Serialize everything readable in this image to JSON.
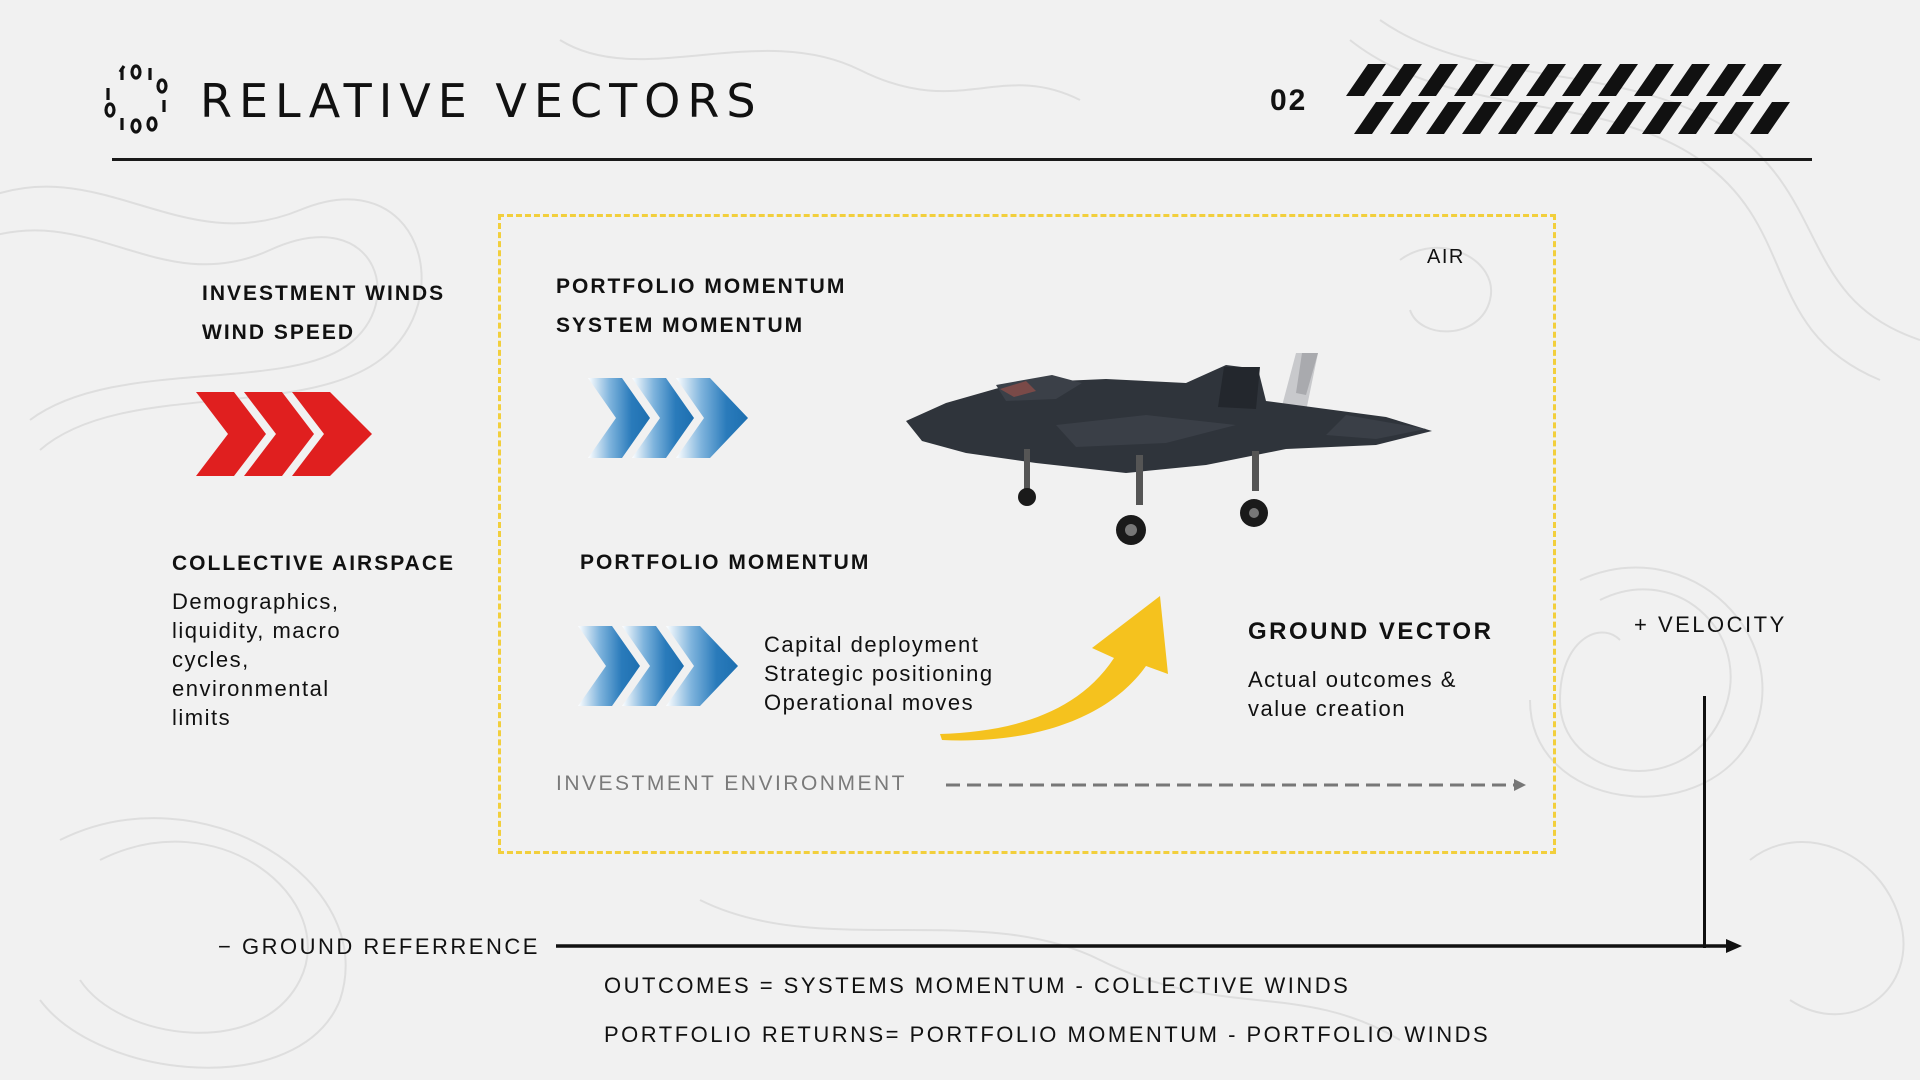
{
  "header": {
    "title": "RELATIVE VECTORS",
    "page_number": "02"
  },
  "left": {
    "investment_winds": "INVESTMENT WINDS",
    "wind_speed": "WIND SPEED",
    "collective_airspace": "COLLECTIVE AIRSPACE",
    "description_lines": [
      "Demographics,",
      "liquidity, macro",
      "cycles,",
      "environmental",
      "limits"
    ]
  },
  "frame": {
    "air_label": "AIR",
    "top_heading_1": "PORTFOLIO MOMENTUM",
    "top_heading_2": "SYSTEM MOMENTUM",
    "mid_heading": "PORTFOLIO MOMENTUM",
    "actions": [
      "Capital deployment",
      "Strategic positioning",
      "Operational moves"
    ],
    "ground_vector_title": "GROUND VECTOR",
    "ground_vector_lines": [
      "Actual outcomes &",
      "value creation"
    ],
    "environment_label": "INVESTMENT ENVIRONMENT"
  },
  "axes": {
    "velocity_label": "+ VELOCITY",
    "ground_reference_label": "− GROUND REFERRENCE"
  },
  "formulas": {
    "line_1": "OUTCOMES = SYSTEMS MOMENTUM - COLLECTIVE WINDS",
    "line_2": "PORTFOLIO RETURNS= PORTFOLIO MOMENTUM - PORTFOLIO WINDS"
  },
  "colors": {
    "frame_dash": "#f2cf3c",
    "red_chevron": "#e01f1f",
    "blue_chevron": "#1d6fb0",
    "yellow_arrow": "#f5c21e",
    "dark": "#111111"
  },
  "icons": {
    "logo": "binary-ring-logo",
    "stripes": "diagonal-stripes",
    "aircraft": "fighter-jet"
  }
}
